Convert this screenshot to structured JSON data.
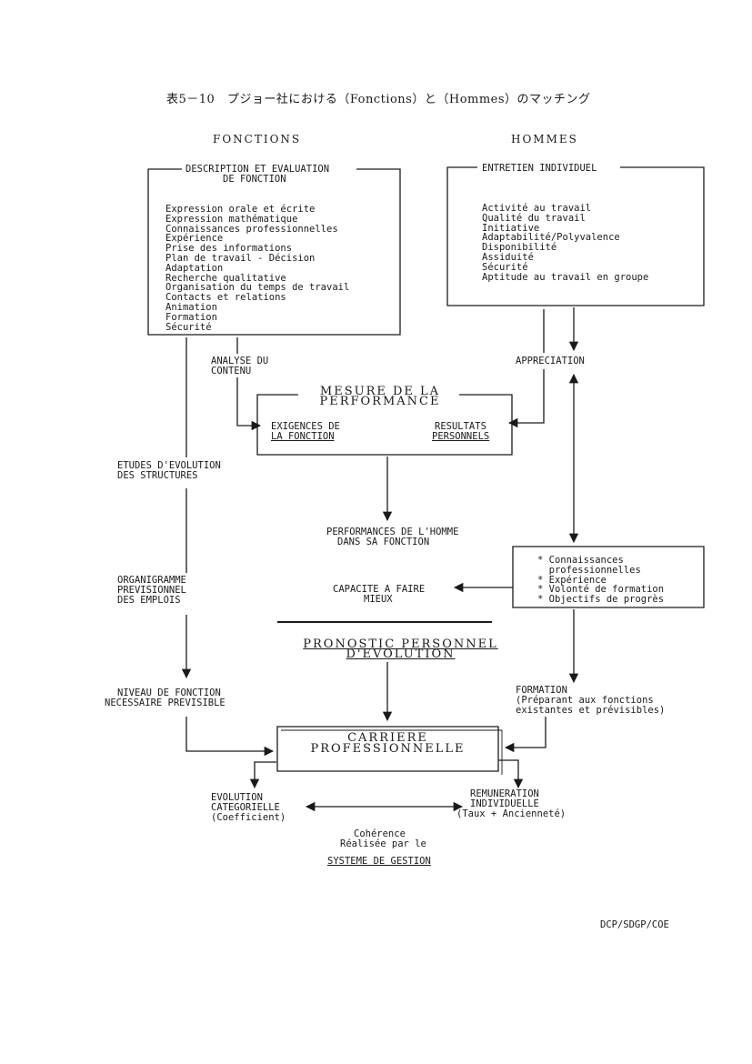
{
  "title": "表5－10　プジョー社における（Fonctions）と（Hommes）のマッチング",
  "headers": {
    "fonctions": "FONCTIONS",
    "hommes": "HOMMES"
  },
  "left_box": {
    "title_line1": "DESCRIPTION ET EVALUATION",
    "title_line2": "DE FONCTION",
    "items": [
      "Expression orale et écrite",
      "Expression mathématique",
      "Connaissances professionnelles",
      "Expérience",
      "Prise des informations",
      "Plan de travail - Décision",
      "Adaptation",
      "Recherche qualitative",
      "Organisation du temps de travail",
      "Contacts et relations",
      "Animation",
      "Formation",
      "Sécurité"
    ]
  },
  "right_box": {
    "title": "ENTRETIEN INDIVIDUEL",
    "items": [
      "Activité au travail",
      "Qualité du travail",
      "Initiative",
      "Adaptabilité/Polyvalence",
      "Disponibilité",
      "Assiduité",
      "Sécurité",
      "Aptitude au travail en groupe"
    ]
  },
  "labels": {
    "analyse_1": "ANALYSE DU",
    "analyse_2": "CONTENU",
    "appreciation": "APPRECIATION",
    "etudes_1": "ETUDES D'EVOLUTION",
    "etudes_2": "DES STRUCTURES",
    "performances_1": "PERFORMANCES DE L'HOMME",
    "performances_2": "DANS SA FONCTION",
    "organigramme_1": "ORGANIGRAMME",
    "organigramme_2": "PREVISIONNEL",
    "organigramme_3": "DES EMPLOIS",
    "capacite_1": "CAPACITE A FAIRE",
    "capacite_2": "MIEUX",
    "niveau_1": "NIVEAU DE FONCTION",
    "niveau_2": "NECESSAIRE PREVISIBLE",
    "formation_1": "FORMATION",
    "formation_2": "(Préparant aux fonctions",
    "formation_3": "existantes et prévisibles)",
    "evolution_1": "EVOLUTION",
    "evolution_2": "CATEGORIELLE",
    "evolution_3": "(Coefficient)",
    "remuneration_1": "REMUNERATION",
    "remuneration_2": "INDIVIDUELLE",
    "remuneration_3": "(Taux + Ancienneté)",
    "coherence_1": "Cohérence",
    "coherence_2": "Réalisée par le",
    "systeme": "SYSTEME DE GESTION",
    "footer": "DCP/SDGP/COE"
  },
  "mesure": {
    "title_1": "MESURE DE LA",
    "title_2": "PERFORMANCE",
    "exigences_1": "EXIGENCES DE",
    "exigences_2": "LA FONCTION",
    "resultats_1": "RESULTATS",
    "resultats_2": "PERSONNELS"
  },
  "mid_box": {
    "items": [
      "* Connaissances",
      "  professionnelles",
      "* Expérience",
      "* Volonté de formation",
      "* Objectifs de progrès"
    ]
  },
  "pronostic": {
    "line1": "PRONOSTIC PERSONNEL",
    "line2": "D'EVOLUTION"
  },
  "carriere": {
    "line1": "CARRIERE",
    "line2": "PROFESSIONNELLE"
  }
}
